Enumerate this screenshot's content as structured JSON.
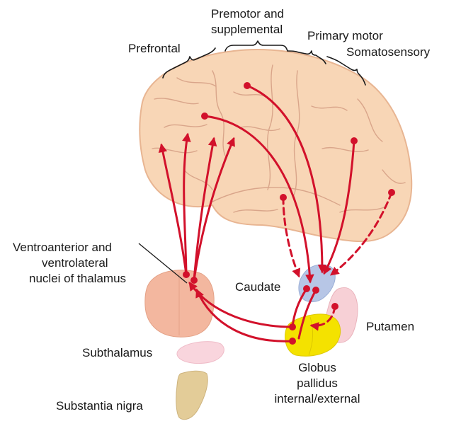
{
  "labels": {
    "prefrontal": "Prefrontal",
    "premotor_line1": "Premotor and",
    "premotor_line2": "supplemental",
    "primary_motor": "Primary motor",
    "somatosensory": "Somatosensory",
    "thalamus_line1": "Ventroanterior and",
    "thalamus_line2": "ventrolateral",
    "thalamus_line3": "nuclei of thalamus",
    "caudate": "Caudate",
    "putamen": "Putamen",
    "subthalamus": "Subthalamus",
    "substantia_nigra": "Substantia nigra",
    "globus_line1": "Globus",
    "globus_line2": "pallidus",
    "globus_line3": "internal/external"
  },
  "colors": {
    "brain_fill": "#f8d6b6",
    "brain_stroke": "#e8b592",
    "pathway": "#d2112b",
    "thalamus": "#f3b79f",
    "caudate": "#b7c6e6",
    "putamen": "#f7d0d6",
    "globus_pallidus": "#f4e200",
    "subthalamus": "#f9d5dd",
    "substantia_nigra": "#e3cc98"
  }
}
